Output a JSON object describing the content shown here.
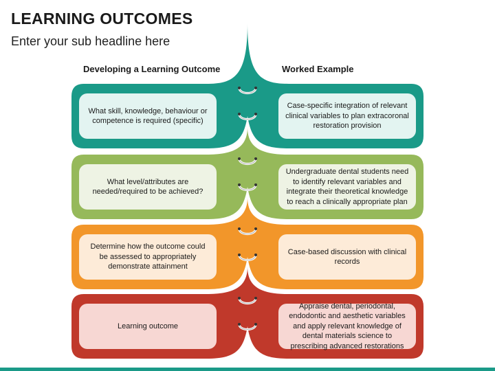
{
  "title": "LEARNING OUTCOMES",
  "subtitle": "Enter your sub headline here",
  "columns": {
    "left": "Developing a Learning Outcome",
    "right": "Worked Example"
  },
  "rows": [
    {
      "color": "#1a9a88",
      "light": "#e3f4f1",
      "left": "What skill, knowledge, behaviour or competence is required (specific)",
      "right": "Case-specific integration of relevant clinical variables to plan extracoronal restoration provision"
    },
    {
      "color": "#96b95a",
      "light": "#eef3e4",
      "left": "What level/attributes are needed/required to be achieved?",
      "right": "Undergraduate dental students need to identify relevant variables and integrate their theoretical knowledge to reach a clinically appropriate plan"
    },
    {
      "color": "#f2962a",
      "light": "#fdebd8",
      "left": "Determine how the outcome could be assessed to appropriately demonstrate attainment",
      "right": "Case-based discussion with clinical records"
    },
    {
      "color": "#c0392b",
      "light": "#f7d7d3",
      "left": "Learning outcome",
      "right": "Appraise dental, periodontal, endodontic and aesthetic variables and apply relevant knowledge of dental materials science to prescribing advanced restorations"
    }
  ]
}
